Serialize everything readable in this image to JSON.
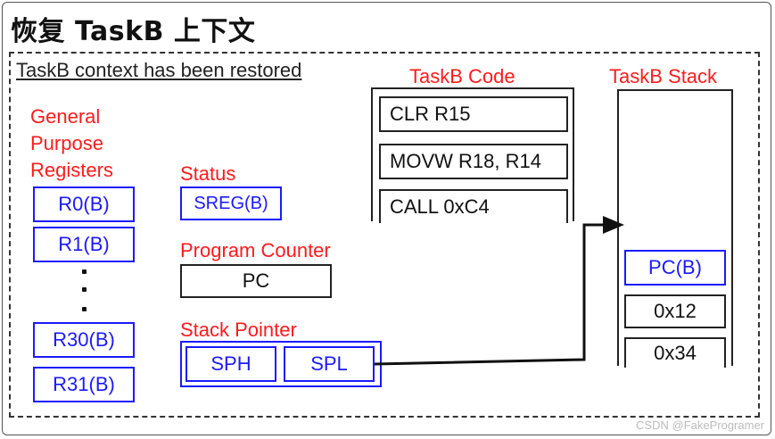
{
  "title": "恢复 TaskB 上下文",
  "caption": "TaskB context has been restored",
  "registers": {
    "label_lines": [
      "General",
      "Purpose",
      "Registers"
    ],
    "items": [
      "R0(B)",
      "R1(B)",
      "R30(B)",
      "R31(B)"
    ]
  },
  "status": {
    "label": "Status",
    "value": "SREG(B)"
  },
  "program_counter": {
    "label": "Program Counter",
    "value": "PC"
  },
  "stack_pointer": {
    "label": "Stack Pointer",
    "high": "SPH",
    "low": "SPL"
  },
  "code": {
    "label": "TaskB Code",
    "lines": [
      "CLR R15",
      "MOVW R18, R14",
      "CALL 0xC4"
    ]
  },
  "stack": {
    "label": "TaskB Stack",
    "items": [
      "PC(B)",
      "0x12",
      "0x34"
    ]
  },
  "colors": {
    "label_red": "#ff1a1a",
    "register_blue": "#1a1aff"
  },
  "watermark": "CSDN @FakeProgramer"
}
